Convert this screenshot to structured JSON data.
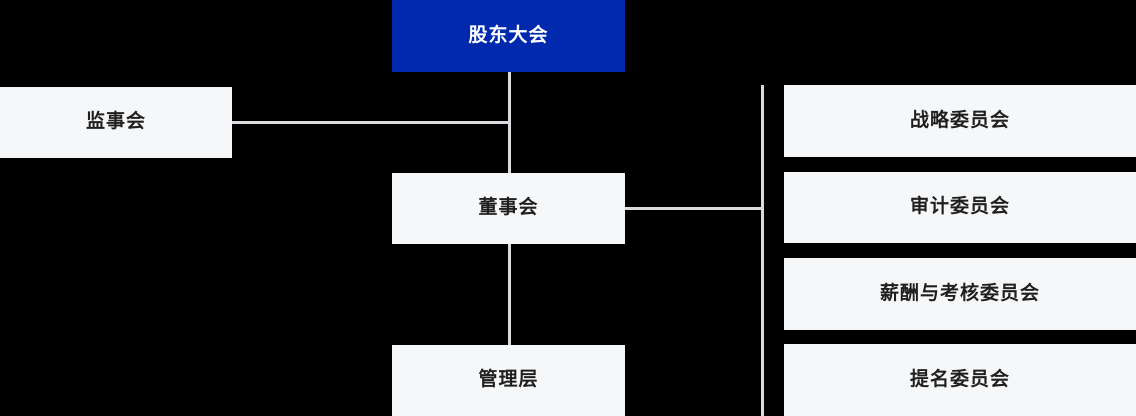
{
  "chart": {
    "type": "org-chart",
    "title": "",
    "colors": {
      "background": "#000000",
      "primary": "#0029ad",
      "node_background": "#f6f7f9",
      "node_text": "#1f1f1f",
      "primary_text": "#ffffff",
      "connector": "#d9dbde"
    },
    "nodes": {
      "shareholders": {
        "label": "股东大会",
        "level": 1,
        "style": "primary"
      },
      "supervisory": {
        "label": "监事会",
        "level": 2,
        "style": "light"
      },
      "board": {
        "label": "董事会",
        "level": 2,
        "style": "light"
      },
      "management": {
        "label": "管理层",
        "level": 3,
        "style": "light"
      },
      "committees": [
        {
          "label": "战略委员会",
          "style": "light"
        },
        {
          "label": "审计委员会",
          "style": "light"
        },
        {
          "label": "薪酬与考核委员会",
          "style": "light"
        },
        {
          "label": "提名委员会",
          "style": "light"
        }
      ]
    },
    "connections": [
      {
        "from": "shareholders",
        "to": "board"
      },
      {
        "from": "shareholders",
        "to": "supervisory"
      },
      {
        "from": "board",
        "to": "management"
      },
      {
        "from": "board",
        "to": "committees"
      }
    ]
  }
}
